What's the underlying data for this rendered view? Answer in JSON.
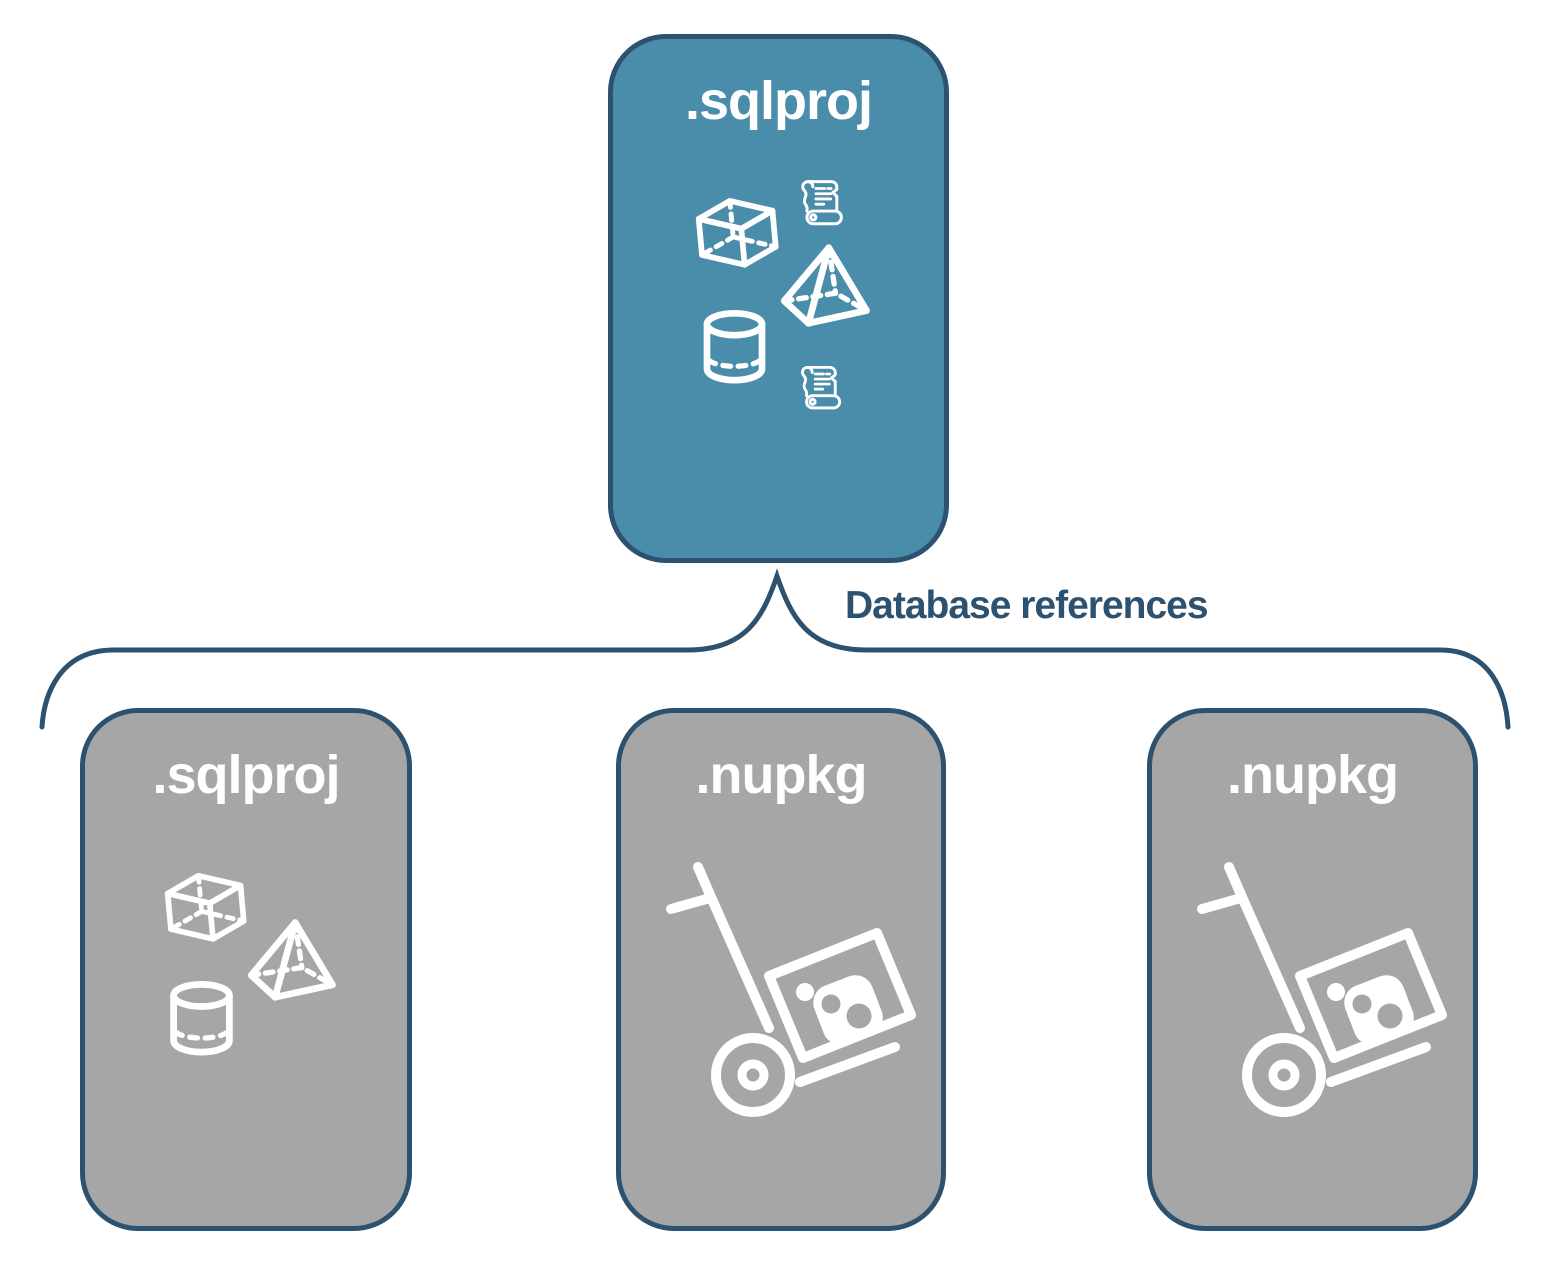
{
  "diagram": {
    "connector_label": "Database references",
    "root": {
      "label": ".sqlproj",
      "icons": [
        "scroll-icon",
        "cube-icon",
        "pyramid-icon",
        "cylinder-icon",
        "scroll-icon"
      ]
    },
    "children": [
      {
        "label": ".sqlproj",
        "icons": [
          "cube-icon",
          "pyramid-icon",
          "cylinder-icon"
        ]
      },
      {
        "label": ".nupkg",
        "icons": [
          "nuget-package-dolly-icon"
        ]
      },
      {
        "label": ".nupkg",
        "icons": [
          "nuget-package-dolly-icon"
        ]
      }
    ],
    "colors": {
      "root_fill": "#4A8DAB",
      "child_fill": "#A6A6A6",
      "outline": "#2C5270",
      "icon_stroke": "#FFFFFF",
      "background": "#FFFFFF"
    }
  }
}
